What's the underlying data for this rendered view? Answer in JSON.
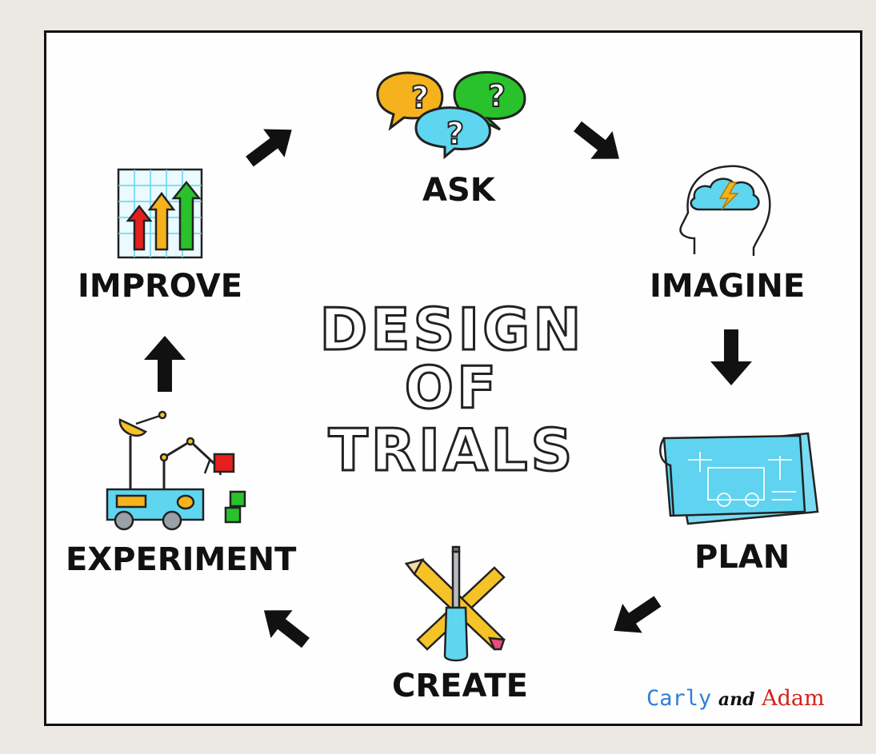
{
  "title_lines": [
    "DESIGN",
    "OF",
    "TRIALS"
  ],
  "steps": {
    "ask": "ASK",
    "imagine": "IMAGINE",
    "plan": "PLAN",
    "create": "CREATE",
    "experiment": "EXPERIMENT",
    "improve": "IMPROVE"
  },
  "credit": {
    "first": "Carly",
    "and": "and",
    "second": "Adam"
  },
  "icons": {
    "ask": "question-bubbles-icon",
    "imagine": "head-lightning-cloud-icon",
    "plan": "blueprint-icon",
    "create": "pencil-ruler-screwdriver-icon",
    "experiment": "rover-robot-arm-icon",
    "improve": "rising-arrows-chart-icon"
  },
  "colors": {
    "bubble_yellow": "#f5b21c",
    "bubble_green": "#29c22c",
    "bubble_blue": "#5ed6f0",
    "blueprint": "#5fd3ef",
    "arrow_red": "#e51e1e",
    "credit_blue": "#2f7fd6",
    "credit_red": "#d6201c"
  }
}
